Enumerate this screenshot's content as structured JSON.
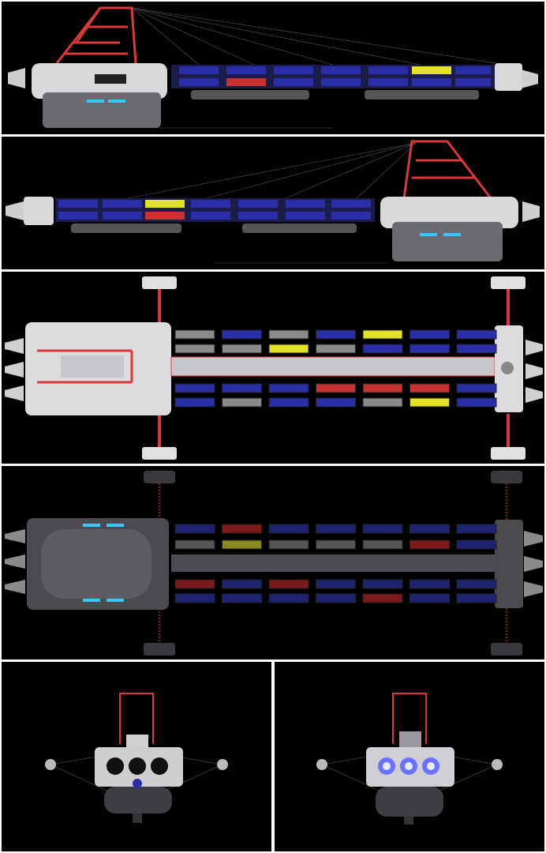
{
  "sheet": {
    "views": [
      {
        "id": "side-left",
        "kind": "side-elevation"
      },
      {
        "id": "side-right",
        "kind": "side-elevation-mirrored"
      },
      {
        "id": "top",
        "kind": "top-view"
      },
      {
        "id": "bottom",
        "kind": "bottom-view"
      },
      {
        "id": "front",
        "kind": "front-view"
      },
      {
        "id": "rear",
        "kind": "rear-view"
      }
    ],
    "colors": {
      "background": "#000000",
      "frame": "#ffffff",
      "hull": "#d9d9dc",
      "hull_dark": "#5b5b60",
      "truss": "#d8393a",
      "container_blue": "#2a2fa8",
      "container_yellow": "#e2e22a",
      "container_red": "#c83230",
      "container_gray": "#8a8a8a",
      "engine_glow": "#8a90ff",
      "window_cyan": "#33c8ff"
    },
    "top_view_container_rows": [
      [
        "gray",
        "blue",
        "gray",
        "blue",
        "yellow",
        "blue",
        "blue"
      ],
      [
        "gray",
        "gray",
        "yellow",
        "gray",
        "blue",
        "blue",
        "blue"
      ],
      [
        "blue",
        "blue",
        "blue",
        "red",
        "red",
        "red",
        "blue"
      ],
      [
        "blue",
        "gray",
        "blue",
        "blue",
        "gray",
        "yellow",
        "blue"
      ]
    ],
    "bottom_view_container_rows": [
      [
        "navy",
        "red",
        "navy",
        "navy",
        "navy",
        "navy",
        "navy"
      ],
      [
        "gray",
        "olive",
        "gray",
        "gray",
        "gray",
        "red",
        "navy"
      ],
      [
        "red",
        "navy",
        "red",
        "navy",
        "navy",
        "navy",
        "navy"
      ],
      [
        "navy",
        "navy",
        "navy",
        "navy",
        "red",
        "navy",
        "navy"
      ]
    ]
  }
}
